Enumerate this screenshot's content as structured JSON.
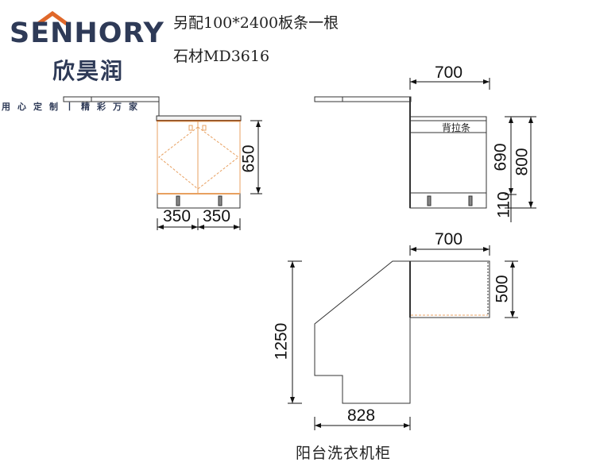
{
  "logo": {
    "brand_en": "SENHORY",
    "brand_cn": "欣昊润",
    "tagline": "用心定制丨精彩万家"
  },
  "notes": {
    "line1": "另配100*2400板条一根",
    "line2": "石材MD3616"
  },
  "front_view": {
    "height_dim": "650",
    "door_left_width": "350",
    "door_right_width": "350"
  },
  "side_view": {
    "width_dim": "700",
    "back_rail_label": "背拉条",
    "inner_height_dim": "690",
    "kick_height_dim": "110",
    "total_height_dim": "800"
  },
  "plan_view": {
    "cabinet_width_dim": "700",
    "cabinet_depth_dim": "500",
    "total_depth_dim": "1250",
    "base_width_dim": "828"
  },
  "title": "阳台洗衣机柜",
  "colors": {
    "brand": "#2e3a57",
    "accent": "#e0682a",
    "door_line": "#e8a060",
    "line": "#333333"
  }
}
